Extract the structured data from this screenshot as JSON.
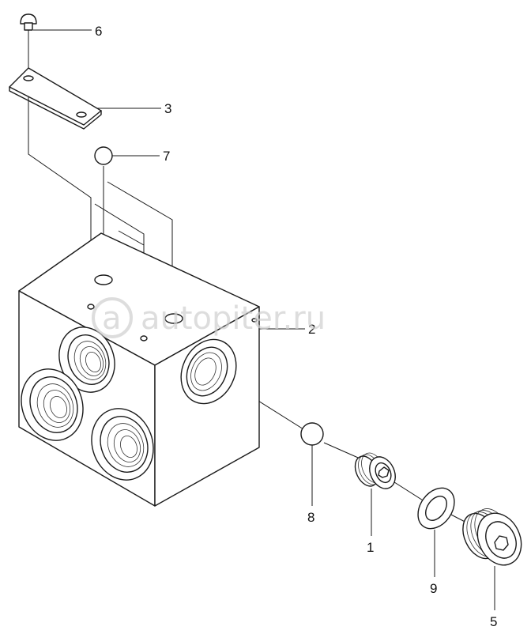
{
  "diagram": {
    "callouts": [
      {
        "id": "c6",
        "label": "6"
      },
      {
        "id": "c3",
        "label": "3"
      },
      {
        "id": "c7",
        "label": "7"
      },
      {
        "id": "c2",
        "label": "2"
      },
      {
        "id": "c8",
        "label": "8"
      },
      {
        "id": "c1",
        "label": "1"
      },
      {
        "id": "c9",
        "label": "9"
      },
      {
        "id": "c5",
        "label": "5"
      }
    ],
    "watermark": {
      "text": "autopiter.ru",
      "logo_glyph": "a"
    }
  },
  "colors": {
    "ink": "#1a1a1a",
    "watermark": "#cfcfcf",
    "background": "#ffffff"
  }
}
